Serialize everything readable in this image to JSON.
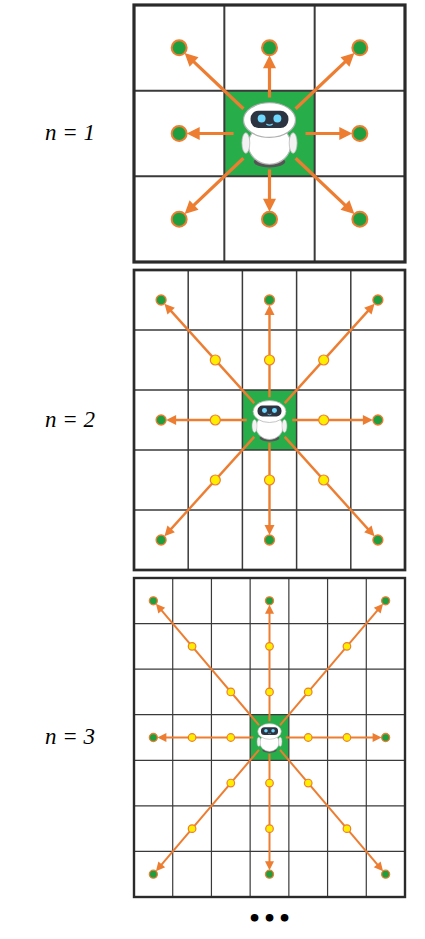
{
  "diagram": {
    "labels": [
      "n = 1",
      "n = 2",
      "n = 3",
      "•••"
    ]
  }
}
